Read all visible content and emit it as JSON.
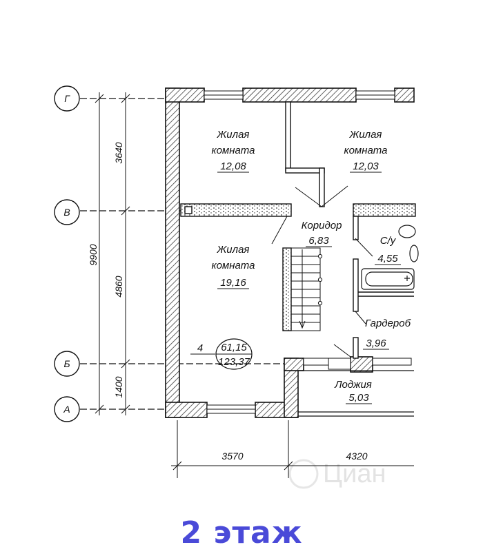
{
  "axes": {
    "g": "Г",
    "v": "В",
    "b": "Б",
    "a": "А"
  },
  "dimensions": {
    "total_vertical": "9900",
    "seg_top": "3640",
    "seg_mid": "4860",
    "seg_bottom": "1400",
    "width_left": "3570",
    "width_right": "4320"
  },
  "rooms": {
    "bedroom1": {
      "line1": "Жилая",
      "line2": "комната",
      "area": "12,08"
    },
    "bedroom2": {
      "line1": "Жилая",
      "line2": "комната",
      "area": "12,03"
    },
    "bedroom3": {
      "line1": "Жилая",
      "line2": "комната",
      "area": "19,16"
    },
    "corridor": {
      "name": "Коридор",
      "area": "6,83"
    },
    "bathroom": {
      "name": "С/у",
      "area": "4,55"
    },
    "wardrobe": {
      "name": "Гардероб",
      "area": "3,96"
    },
    "loggia": {
      "name": "Лоджия",
      "area": "5,03"
    }
  },
  "apartment": {
    "number": "4",
    "living_area": "61,15",
    "total_area": "123,37"
  },
  "watermark": "Циан",
  "floor_label": "2 этаж",
  "colors": {
    "label": "#4a4ad8",
    "wall_hatch": "#222222",
    "line": "#111111"
  }
}
